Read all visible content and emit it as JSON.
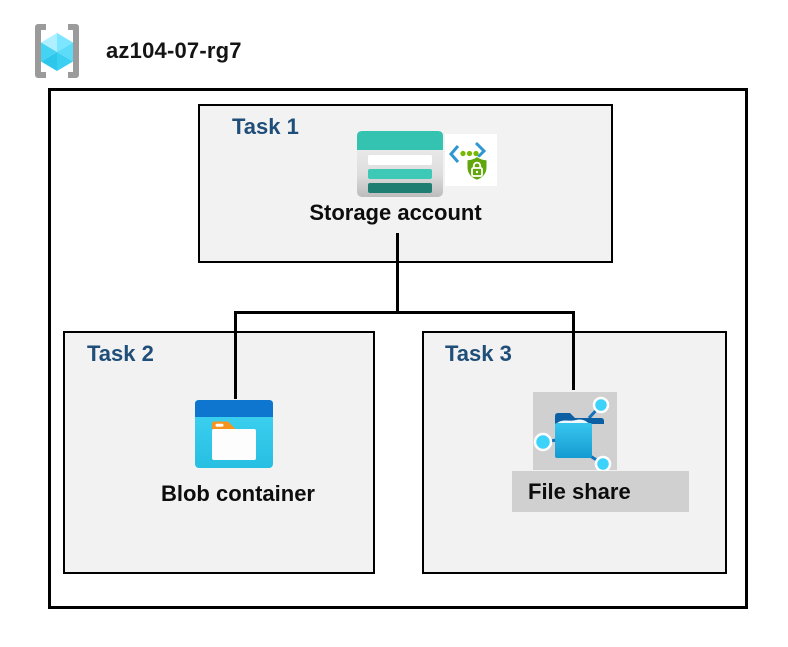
{
  "header": {
    "title": "az104-07-rg7",
    "icon": "resource-group-icon"
  },
  "diagram": {
    "boundary": "resource-group-box",
    "tasks": [
      {
        "id": "task1",
        "label": "Task 1",
        "item": "Storage account",
        "icons": [
          "storage-account-icon",
          "sas-lock-icon"
        ]
      },
      {
        "id": "task2",
        "label": "Task 2",
        "item": "Blob container",
        "icons": [
          "blob-container-icon"
        ]
      },
      {
        "id": "task3",
        "label": "Task 3",
        "item": "File share",
        "icons": [
          "file-share-icon"
        ]
      }
    ],
    "connections": [
      {
        "from": "Storage account",
        "to": "Blob container"
      },
      {
        "from": "Storage account",
        "to": "File share"
      }
    ]
  },
  "colors": {
    "canvas_bg": "#ffffff",
    "box_fill": "#f2f2f2",
    "box_border": "#000000",
    "task_label": "#1f4e79",
    "item_label": "#0d0d0d",
    "connector": "#000000",
    "fileshare_bg": "#d0d0d0",
    "storage_teal": "#34c3b0",
    "storage_teal_dark": "#1e7e71",
    "blob_blue": "#0f76d0",
    "blob_cyan": "#35cbec",
    "folder_orange": "#f7941e",
    "sas_blue": "#2e96d3",
    "sas_green": "#76b900",
    "cube_cyan": "#50d9f8",
    "bracket_gray": "#9b9b9b"
  }
}
